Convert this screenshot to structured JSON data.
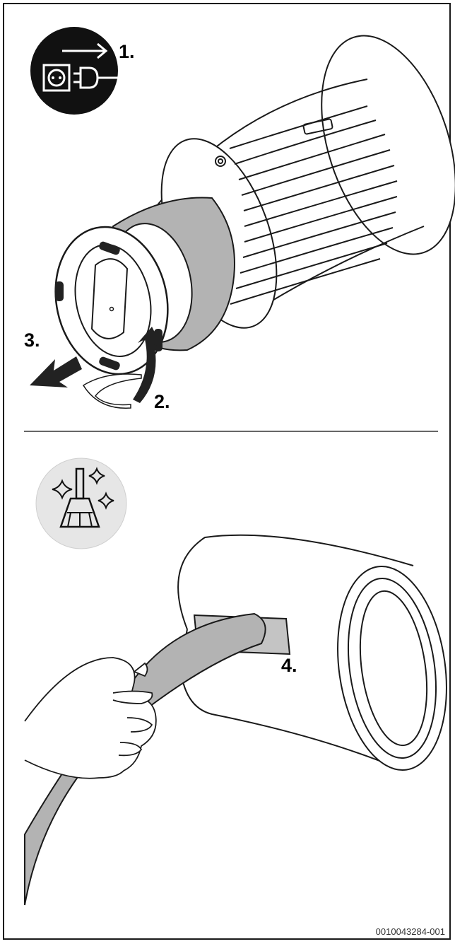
{
  "steps": {
    "one": "1.",
    "two": "2.",
    "three": "3.",
    "four": "4."
  },
  "document_number": "0010043284-001",
  "icons": {
    "unplug": "unplug-icon",
    "cleaning": "cleaning-broom-icon"
  },
  "colors": {
    "line": "#1a1a1a",
    "grey_tube": "#b3b3b3",
    "light_grey_circle": "#e6e6e6"
  }
}
